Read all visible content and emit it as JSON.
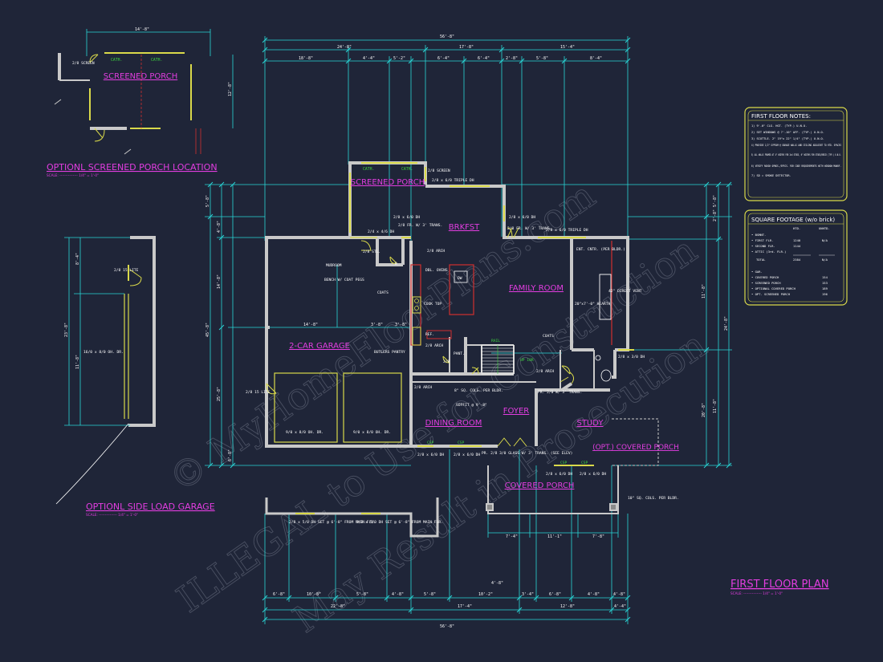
{
  "colors": {
    "background": "#1f2538",
    "wall": "#c9c9c9",
    "dimension": "#2ad6d6",
    "room_label": "#e23de0",
    "window": "#d9d94a",
    "note": "#ffffff",
    "green_label": "#3dd63d",
    "red_line": "#d03030"
  },
  "watermark": {
    "line1": "© MyHomeFloorPlans.com",
    "line2": "ILLEGAL to Use for Construction",
    "line3": "May Result in Prosecution"
  },
  "titles": {
    "main": "FIRST FLOOR PLAN",
    "main_scale": "SCALE: --------------- 1/4\" = 1'-0\"",
    "porch_option": "OPTIONL SCREENED PORCH LOCATION",
    "porch_option_scale": "SCALE: --------------- 1/4\" = 1'-0\"",
    "garage_option": "OPTIONL SIDE LOAD GARAGE",
    "garage_option_scale": "SCALE: --------------- 1/4\" = 1'-0\""
  },
  "rooms": {
    "screened_porch_opt": "SCREENED PORCH",
    "screened_porch": "SCREENED PORCH",
    "brkfst": "BRKFST",
    "family_room": "FAMILY ROOM",
    "garage": "2-CAR GARAGE",
    "dining_room": "DINING ROOM",
    "foyer": "FOYER",
    "study": "STUDY",
    "covered_porch": "COVERED PORCH",
    "opt_covered_porch": "(OPT.) COVERED PORCH"
  },
  "labels": {
    "screen_opt": "2/8 SCREEN",
    "cath1": "CATH.",
    "cath2": "CATH.",
    "cath3": "CATH.",
    "cath4": "CATH.",
    "screen_main": "2/8 SCREEN",
    "win_triple_top": "2/8 x 6/0 TRIPLE DH",
    "win_2668": "2/8 x 6/0 DH",
    "win_brkfst_right": "2/8 x 6/0 DH",
    "door_2446": "2/4 x 4/6 DH",
    "fr_trans": "2/8 FR. W/ 3' TRANS.",
    "fr_trans2": "2/8 FR. W/ 3' TRANS.",
    "win_triple_fam": "2/8 x 6/0 TRIPLE DH",
    "arch1": "2/8 ARCH",
    "stl": "2/8 STL.",
    "b_label": "B",
    "mudroom": "MUDROOM",
    "bench": "BENCH W/ COAT PEGS",
    "coats1": "COATS",
    "dbl_ovens": "DBL. OVENS",
    "dw": "DW",
    "cooktop": "COOK TOP",
    "ref": "REF.",
    "arch2": "2/8 ARCH",
    "butlers": "BUTLERS PANTRY",
    "pant": "PANT.",
    "pant_door": "2/0",
    "rail": "RAIL",
    "up": "UP 18R",
    "ent_cntr": "ENT. CNTR. (PER BLDR.)",
    "hearth": "20\"x7'-0\" HEARTH",
    "direct_vent": "42\" DIRECT VENT",
    "coats2": "COATS",
    "win_3060": "2/8 x 3/0 DH",
    "arch3": "2/8 ARCH",
    "fr_study": "FR. 2/0 W/ 3' TRANS.",
    "arch4": "2/8 ARCH",
    "sq_cols": "8\" SQ. COLS. PER BLDR.",
    "soffit": "SOFFIT @ 9'-8\"",
    "lite1": "2/8 15 LITE",
    "garage_door1": "9/0 x 8/0 OH. DR.",
    "garage_door2": "9/0 x 8/0 OH. DR.",
    "dining_win1": "2/8 x 6/0 DH",
    "dining_win2": "2/8 x 6/0 DH",
    "csp1": "CSP",
    "csp2": "CSP",
    "csp3": "CSP",
    "csp4": "CSP",
    "front_door": "PR. 2/8 3/0 GLASS W/ 3' TRANS. (SEE ELEV)",
    "study_win1": "2/8 x 6/0 DH",
    "study_win2": "2/8 x 6/0 DH",
    "porch_cols": "10\" SQ. COLS. PER BLDR.",
    "side_win1": "2/8 x 5/0 DH SET @ 6'-8\" FROM MAIN FLR.",
    "side_win2": "2/8 x 5/0 DH SET @ 6'-8\" FROM MAIN FLR.",
    "side_lite": "2/8 15 LITE",
    "side_garage_door": "16/0 x 8/0 OH. DR."
  },
  "dimensions": {
    "overall_top": "56'-8\"",
    "overall_bottom": "56'-8\"",
    "opt_porch_width": "14'-8\"",
    "opt_porch_depth": "12'-8\"",
    "top_row": [
      "24'-8\"",
      "17'-8\"",
      "15'-4\""
    ],
    "top_row2": [
      "18'-8\"",
      "4'-4\"",
      "5'-2\"",
      "6'-4\"",
      "6'-4\"",
      "2'-8\"",
      "5'-8\"",
      "8'-4\""
    ],
    "bottom_row1": [
      "6'-8\"",
      "10'-8\"",
      "5'-8\"",
      "4'-8\"",
      "5'-8\"",
      "10'-2\"",
      "3'-4\"",
      "6'-8\"",
      "4'-8\"",
      "4'-8\"",
      "4'-8\""
    ],
    "bottom_row2": [
      "22'-8\"",
      "17'-4\"",
      "12'-8\"",
      "4'-4\""
    ],
    "porch_bottom": [
      "7'-4\"",
      "11'-1\"",
      "7'-8\""
    ],
    "left_side": [
      "5'-8\"",
      "4'-8\"",
      "14'-8\"",
      "25'-8\"",
      "45'-8\"",
      "6'-8\""
    ],
    "right_side": [
      "5'-8\"",
      "11'-8\"",
      "24'-8\"",
      "20'-8\"",
      "11'-8\"",
      "2'-8\""
    ],
    "side_garage": [
      "8'-4\"",
      "23'-8\"",
      "11'-8\""
    ],
    "garage_inner": [
      "14'-8\"",
      "3'-8\"",
      "3'-8\""
    ]
  },
  "notes_box": {
    "title": "FIRST FLOOR NOTES:",
    "items": [
      "1) 9'-0\" CLG. HGT. (TYP.) U.N.O.",
      "2) SET WINDOWS @ 7'-10\" AFF. (TYP.) U.N.O.",
      "3) SCUTTLE. 2\" 19\"x 22\" 1/4\" (TYP.) U.N.O.",
      "4) PROVIDE 1/2\" GYPSUM @ GARAGE WALLS AND CEILING ADJACENT TO HTD. SPACES",
      "5) ALL WALLS FRAMED AT 4\" WIDTHS FOR 2x4 STUDS, 6\" WIDTHS FOR STUDS/BRICK (TYP.) U.N.O.",
      "6) VERIFY ROUGH OPNGS./SPECS. FOR CODE REQUIREMENTS WITH WINDOW MANUF.",
      "7) SD = SMOKE DETECTOR."
    ]
  },
  "sqft_box": {
    "title": "SQUARE FOOTAGE (w/o brick)",
    "col1": "HTD.",
    "col2": "UNHTD.",
    "rows": [
      {
        "label": "• BSMNT.",
        "htd": "",
        "unhtd": ""
      },
      {
        "label": "• FIRST FLR.",
        "htd": "1240",
        "unhtd": "N/A"
      },
      {
        "label": "• SECOND FLR.",
        "htd": "1144",
        "unhtd": ""
      },
      {
        "label": "• ATTIC (3rd. FLR.)",
        "htd": "",
        "unhtd": ""
      },
      {
        "label": "TOTAL",
        "htd": "2384",
        "unhtd": "N/A"
      },
      {
        "label": "• GAR.",
        "htd": "",
        "unhtd": ""
      },
      {
        "label": "• COVERED PORCH",
        "htd": "",
        "unhtd": "154"
      },
      {
        "label": "• SCREENED PORCH",
        "htd": "",
        "unhtd": "153"
      },
      {
        "label": "• OPTIONAL COVERED PORCH",
        "htd": "",
        "unhtd": "189"
      },
      {
        "label": "• OPT. SCREENED PORCH",
        "htd": "",
        "unhtd": "196"
      }
    ]
  }
}
